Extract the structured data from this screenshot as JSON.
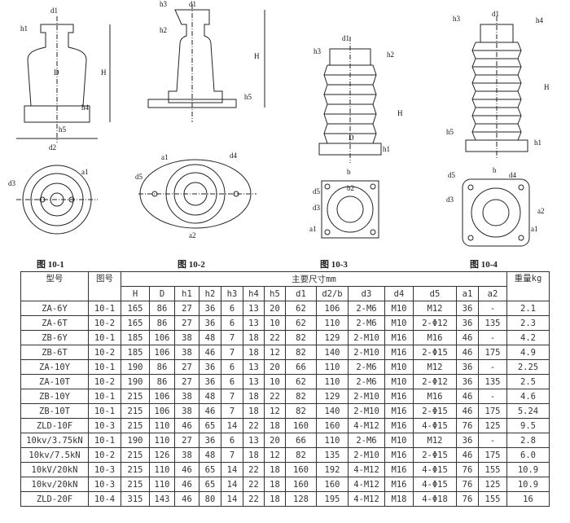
{
  "figures": {
    "captions": [
      "图 10-1",
      "图 10-2",
      "图 10-3",
      "图 10-4"
    ],
    "labels": {
      "f1": [
        "d1",
        "h1",
        "H",
        "D",
        "h4",
        "h5",
        "d2",
        "d3",
        "a1"
      ],
      "f2": [
        "h3",
        "d1",
        "h2",
        "H",
        "h5",
        "a1",
        "d4",
        "d5",
        "a2"
      ],
      "f3": [
        "d1",
        "h3",
        "h2",
        "H",
        "D",
        "h1",
        "b",
        "b2",
        "d3",
        "d5",
        "a1"
      ],
      "f4": [
        "h3",
        "d1",
        "h4",
        "H",
        "h5",
        "h1",
        "b",
        "d4",
        "d5",
        "d3",
        "a1",
        "a2"
      ]
    }
  },
  "table": {
    "header": {
      "model": "型号",
      "figure": "图号",
      "main": "主要尺寸mm",
      "weight": "重量kg",
      "cols": [
        "H",
        "D",
        "h1",
        "h2",
        "h3",
        "h4",
        "h5",
        "d1",
        "d2/b",
        "d3",
        "d4",
        "d5",
        "a1",
        "a2"
      ]
    },
    "rows": [
      [
        "ZA-6Y",
        "10-1",
        "165",
        "86",
        "27",
        "36",
        "6",
        "13",
        "20",
        "62",
        "106",
        "2-M6",
        "M10",
        "M12",
        "36",
        "-",
        "2.1"
      ],
      [
        "ZA-6T",
        "10-2",
        "165",
        "86",
        "27",
        "36",
        "6",
        "13",
        "10",
        "62",
        "110",
        "2-M6",
        "M10",
        "2-Φ12",
        "36",
        "135",
        "2.3"
      ],
      [
        "ZB-6Y",
        "10-1",
        "185",
        "106",
        "38",
        "48",
        "7",
        "18",
        "22",
        "82",
        "129",
        "2-M10",
        "M16",
        "M16",
        "46",
        "-",
        "4.2"
      ],
      [
        "ZB-6T",
        "10-2",
        "185",
        "106",
        "38",
        "46",
        "7",
        "18",
        "12",
        "82",
        "140",
        "2-M10",
        "M16",
        "2-Φ15",
        "46",
        "175",
        "4.9"
      ],
      [
        "ZA-10Y",
        "10-1",
        "190",
        "86",
        "27",
        "36",
        "6",
        "13",
        "20",
        "66",
        "110",
        "2-M6",
        "M10",
        "M12",
        "36",
        "-",
        "2.25"
      ],
      [
        "ZA-10T",
        "10-2",
        "190",
        "86",
        "27",
        "36",
        "6",
        "13",
        "10",
        "62",
        "110",
        "2-M6",
        "M10",
        "2-Φ12",
        "36",
        "135",
        "2.5"
      ],
      [
        "ZB-10Y",
        "10-1",
        "215",
        "106",
        "38",
        "48",
        "7",
        "18",
        "22",
        "82",
        "129",
        "2-M10",
        "M16",
        "M16",
        "46",
        "-",
        "4.6"
      ],
      [
        "ZB-10T",
        "10-1",
        "215",
        "106",
        "38",
        "46",
        "7",
        "18",
        "12",
        "82",
        "140",
        "2-M10",
        "M16",
        "2-Φ15",
        "46",
        "175",
        "5.24"
      ],
      [
        "ZLD-10F",
        "10-3",
        "215",
        "110",
        "46",
        "65",
        "14",
        "22",
        "18",
        "160",
        "160",
        "4-M12",
        "M16",
        "4-Φ15",
        "76",
        "125",
        "9.5"
      ],
      [
        "10kv/3.75kN",
        "10-1",
        "190",
        "110",
        "27",
        "36",
        "6",
        "13",
        "20",
        "66",
        "110",
        "2-M6",
        "M10",
        "M12",
        "36",
        "-",
        "2.8"
      ],
      [
        "10kv/7.5kN",
        "10-2",
        "215",
        "126",
        "38",
        "48",
        "7",
        "18",
        "12",
        "82",
        "135",
        "2-M10",
        "M16",
        "2-Φ15",
        "46",
        "175",
        "6.0"
      ],
      [
        "10kV/20kN",
        "10-3",
        "215",
        "110",
        "46",
        "65",
        "14",
        "22",
        "18",
        "160",
        "192",
        "4-M12",
        "M16",
        "4-Φ15",
        "76",
        "155",
        "10.9"
      ],
      [
        "10kv/20kN",
        "10-3",
        "215",
        "110",
        "46",
        "65",
        "14",
        "22",
        "18",
        "160",
        "160",
        "4-M12",
        "M16",
        "4-Φ15",
        "76",
        "125",
        "10.9"
      ],
      [
        "ZLD-20F",
        "10-4",
        "315",
        "143",
        "46",
        "80",
        "14",
        "22",
        "18",
        "128",
        "195",
        "4-M12",
        "M18",
        "4-Φ18",
        "76",
        "155",
        "16"
      ]
    ]
  }
}
